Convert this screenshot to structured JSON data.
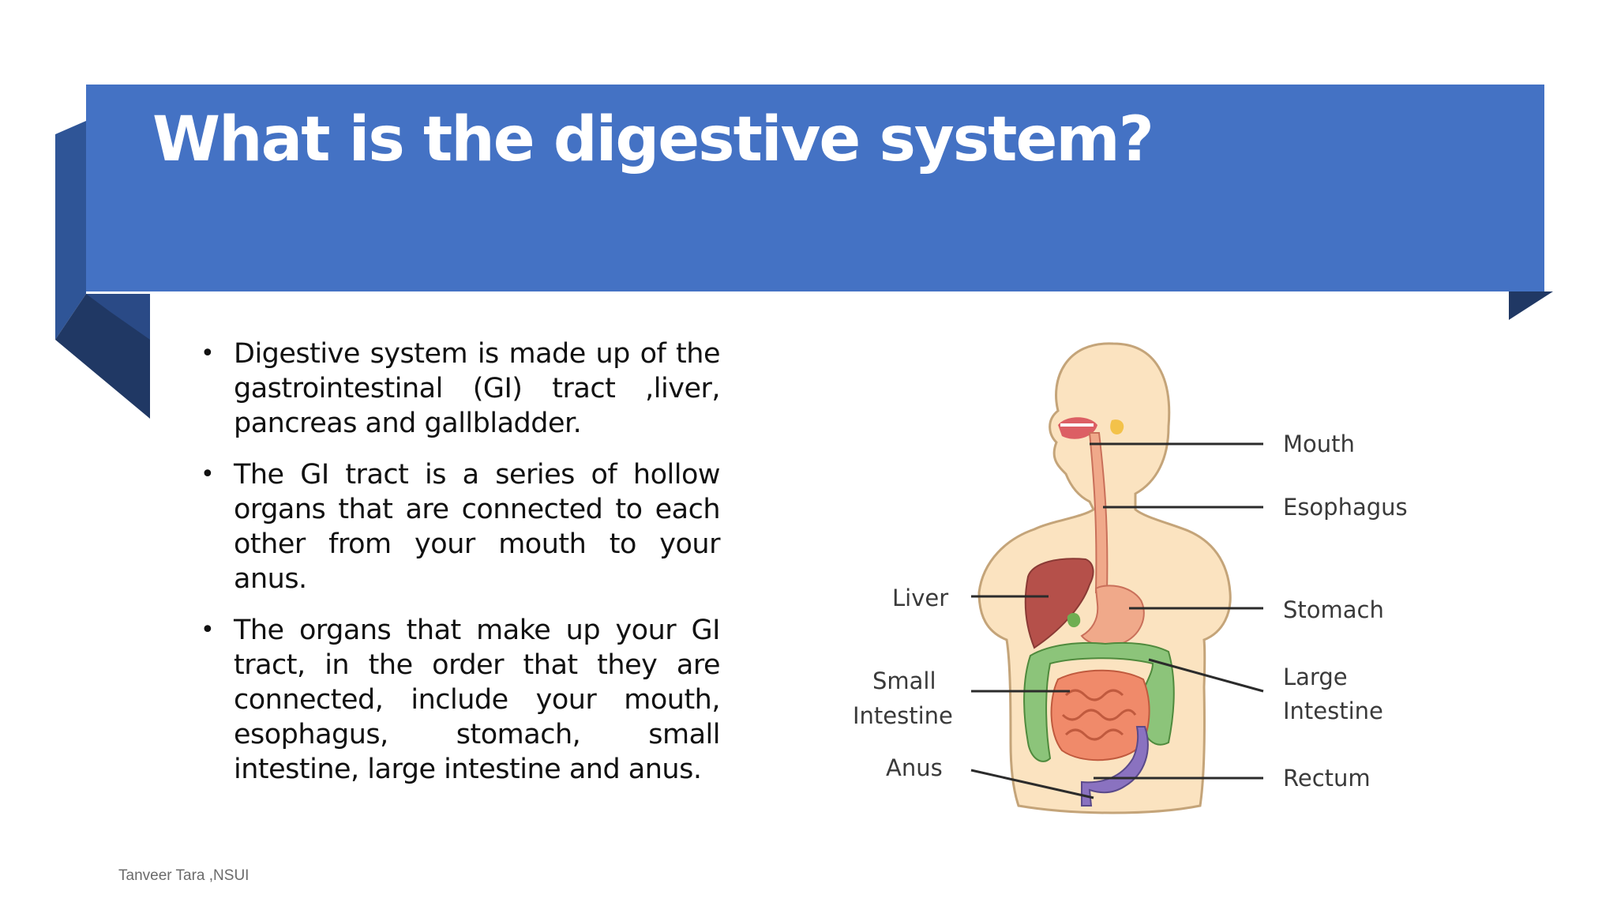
{
  "slide": {
    "title": "What is the digestive system?",
    "bullets": [
      "Digestive system is made up of the gastrointestinal (GI) tract ,liver, pancreas and gallbladder.",
      "The GI tract is a series of hollow organs that are connected to each other from your mouth to your anus.",
      " The organs that make up your GI tract, in the order that they are connected, include your mouth, esophagus, stomach, small intestine, large intestine and anus."
    ],
    "footer": "Tanveer Tara ,NSUI"
  },
  "diagram": {
    "labels": {
      "mouth": "Mouth",
      "esophagus": "Esophagus",
      "stomach": "Stomach",
      "large_intestine_1": "Large",
      "large_intestine_2": "Intestine",
      "rectum": "Rectum",
      "liver": "Liver",
      "small_intestine_1": "Small",
      "small_intestine_2": "Intestine",
      "anus": "Anus"
    }
  },
  "colors": {
    "banner": "#4472c4",
    "ribbon_mid": "#2f5597",
    "ribbon_dark": "#203864",
    "body_skin": "#fbe3c0",
    "liver": "#b5504a",
    "stomach": "#f0a98a",
    "small_intestine": "#f08a6a",
    "large_intestine": "#8cc47a",
    "rectum": "#8a72c0"
  }
}
